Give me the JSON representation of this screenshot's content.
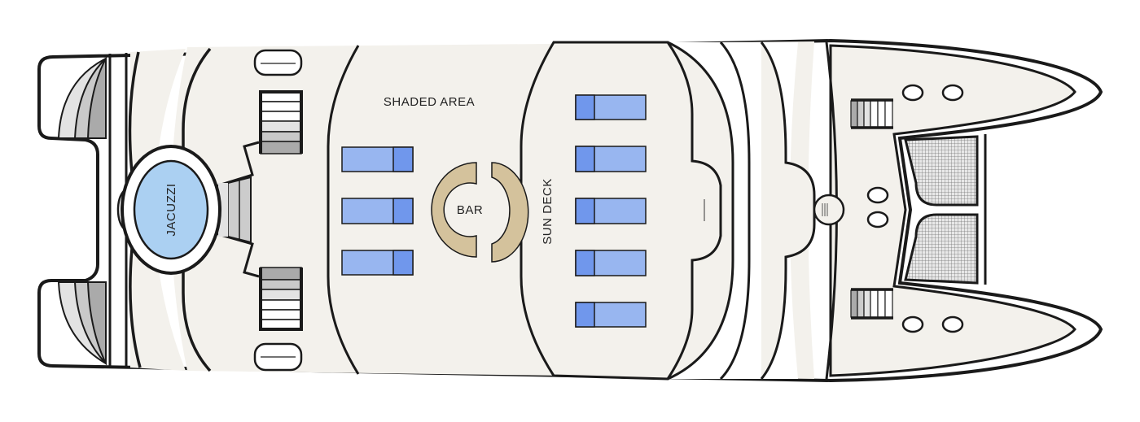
{
  "labels": {
    "shaded_area": "SHADED AREA",
    "bar": "BAR",
    "sun_deck": "SUN DECK",
    "jacuzzi": "JACUZZI"
  },
  "colors": {
    "deck": "#f3f1ec",
    "lounger_light": "#98b6f0",
    "lounger_dark": "#7097ec",
    "bar": "#d4c29c",
    "jacuzzi": "#abd0f2",
    "outline": "#1a1a1a"
  }
}
